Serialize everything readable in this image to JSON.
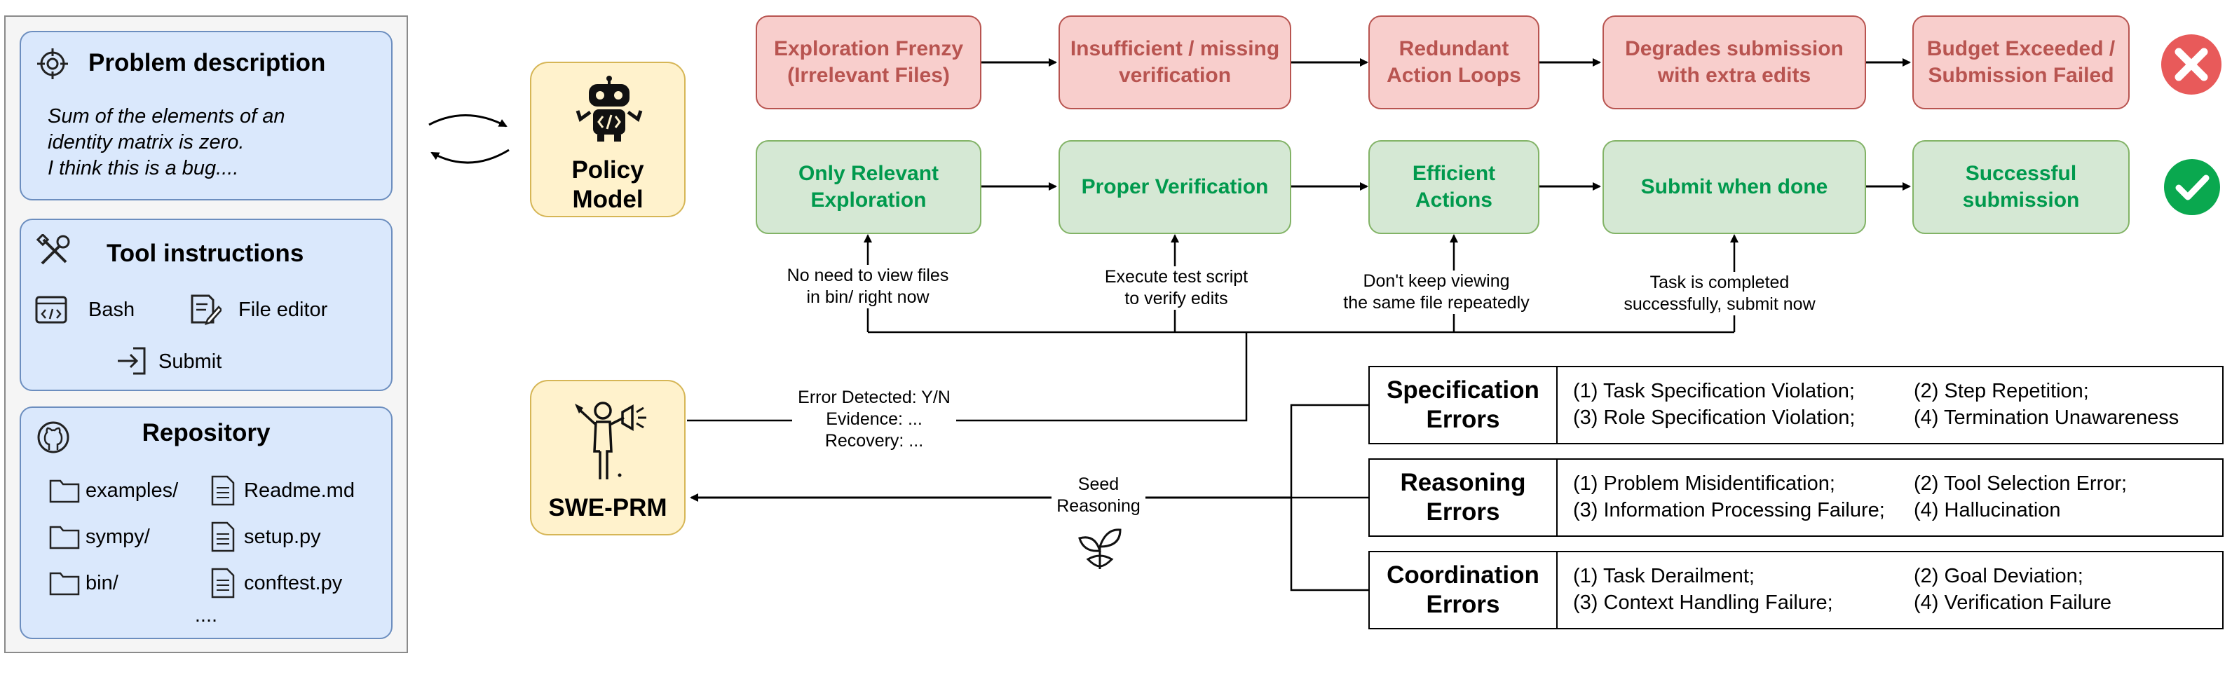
{
  "problem": {
    "title": "Problem description",
    "text_lines": [
      "Sum of the elements of an",
      "identity matrix is zero.",
      "I think this is a bug...."
    ]
  },
  "tools": {
    "title": "Tool instructions",
    "items": [
      "Bash",
      "File editor",
      "Submit"
    ]
  },
  "repository": {
    "title": "Repository",
    "items": [
      "examples/",
      "Readme.md",
      "sympy/",
      "setup.py",
      "bin/",
      "conftest.py"
    ],
    "more": "...."
  },
  "policy_model": {
    "line1": "Policy",
    "line2": "Model",
    "icon": "robot-icon"
  },
  "swe_prm": {
    "label": "SWE-PRM",
    "icon": "speaker-person-icon"
  },
  "failure_path": [
    [
      "Exploration Frenzy",
      "(Irrelevant Files)"
    ],
    [
      "Insufficient / missing",
      "verification"
    ],
    [
      "Redundant",
      "Action Loops"
    ],
    [
      "Degrades submission",
      "with extra edits"
    ],
    [
      "Budget Exceeded /",
      "Submission Failed"
    ]
  ],
  "success_path": [
    [
      "Only Relevant",
      "Exploration"
    ],
    [
      "Proper Verification"
    ],
    [
      "Efficient",
      "Actions"
    ],
    [
      "Submit when done"
    ],
    [
      "Successful",
      "submission"
    ]
  ],
  "guidance_notes": [
    [
      "No need to view files",
      "in bin/ right now"
    ],
    [
      "Execute test script",
      "to verify edits"
    ],
    [
      "Don't keep viewing",
      "the same file repeatedly"
    ],
    [
      "Task is completed",
      "successfully, submit now"
    ]
  ],
  "prm_output": [
    "Error Detected: Y/N",
    "Evidence: ...",
    "Recovery: ..."
  ],
  "seed_reasoning": {
    "lines": [
      "Seed",
      "Reasoning"
    ],
    "icon": "sprout-icon"
  },
  "error_taxonomy": [
    {
      "name": [
        "Specification",
        "Errors"
      ],
      "items": [
        "(1) Task Specification Violation;",
        "(2) Step Repetition;",
        "(3) Role Specification Violation;",
        "(4) Termination Unawareness"
      ]
    },
    {
      "name": [
        "Reasoning",
        "Errors"
      ],
      "items": [
        "(1) Problem Misidentification;",
        "(2) Tool Selection Error;",
        "(3) Information Processing Failure;",
        "(4) Hallucination"
      ]
    },
    {
      "name": [
        "Coordination",
        "Errors"
      ],
      "items": [
        "(1) Task Derailment;",
        "(2) Goal Deviation;",
        "(3) Context Handling Failure;",
        "(4) Verification Failure"
      ]
    }
  ],
  "status_icons": {
    "fail": "cross-circle-icon",
    "success": "check-circle-icon"
  },
  "colors": {
    "panel_blue": "#dae8fc",
    "panel_blue_border": "#6c8ebf",
    "fail_fill": "#f8cecc",
    "fail_text": "#b85450",
    "success_fill": "#d5e8d4",
    "success_text": "#00994d",
    "model_fill": "#fff2cc",
    "model_border": "#d6b656",
    "fail_icon": "#e85a5a",
    "success_icon": "#0aa84f"
  }
}
